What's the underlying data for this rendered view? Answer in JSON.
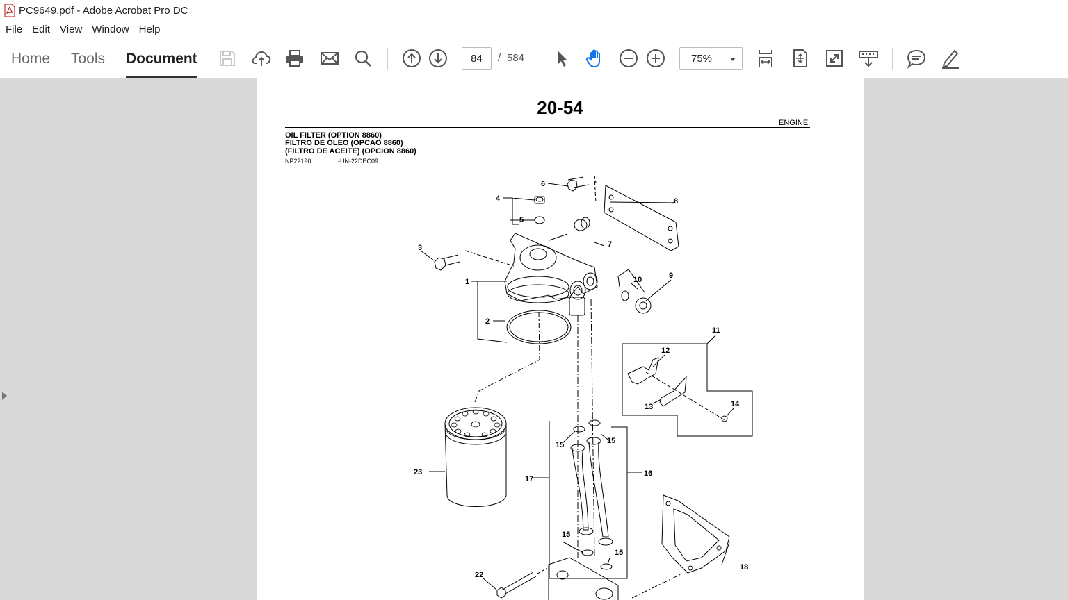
{
  "window": {
    "title": "PC9649.pdf - Adobe Acrobat Pro DC"
  },
  "menu": [
    "File",
    "Edit",
    "View",
    "Window",
    "Help"
  ],
  "tabs": {
    "home": "Home",
    "tools": "Tools",
    "document": "Document"
  },
  "pagination": {
    "current": "84",
    "separator": "/",
    "total": "584"
  },
  "zoom": {
    "value": "75%"
  },
  "icons": [
    "save-icon",
    "cloud-upload-icon",
    "print-icon",
    "email-icon",
    "search-icon",
    "previous-page-icon",
    "next-page-icon",
    "select-cursor-icon",
    "hand-tool-icon",
    "zoom-out-icon",
    "zoom-in-icon",
    "scroll-mode-icon",
    "fit-page-icon",
    "full-screen-icon",
    "read-mode-icon",
    "comment-icon",
    "sign-pen-icon"
  ],
  "colors": {
    "accent_blue": "#1473e6",
    "doc_background": "#d9d9d9"
  },
  "document": {
    "page_number": "20-54",
    "section": "ENGINE",
    "heading_lines": [
      "OIL FILTER (OPTION 8860)",
      "FILTRO DE OLEO (OPCAO 8860)",
      "(FILTRO DE ACEITE) (OPCION 8860)"
    ],
    "ref_code": "NP22190",
    "ref_date": "-UN-22DEC09",
    "callouts": [
      "1",
      "2",
      "3",
      "4",
      "5",
      "6",
      "7",
      "8",
      "9",
      "10",
      "11",
      "12",
      "13",
      "14",
      "15",
      "15",
      "15",
      "15",
      "16",
      "17",
      "18",
      "22",
      "23"
    ]
  }
}
